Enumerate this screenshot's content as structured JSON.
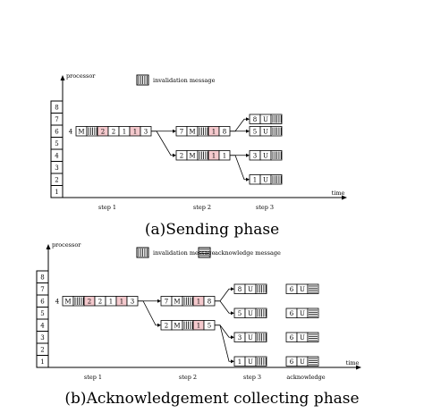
{
  "panel_a": {
    "caption": "(a)Sending phase",
    "y_axis_label": "processor",
    "x_axis_label": "time",
    "legend": [
      {
        "kind": "invalidation",
        "label": "invalidation message"
      }
    ],
    "processors": [
      "8",
      "7",
      "6",
      "5",
      "4",
      "3",
      "2",
      "1"
    ],
    "steps": [
      "step  1",
      "step 2",
      "step 3"
    ],
    "rows": [
      {
        "name": "step1-p6",
        "row": "6",
        "start": 0,
        "lead": "4",
        "cells": [
          {
            "t": "M"
          },
          {
            "k": "v"
          },
          {
            "t": "2",
            "h": 1
          },
          {
            "t": "2"
          },
          {
            "t": "1"
          },
          {
            "t": "1",
            "h": 1
          },
          {
            "t": "3"
          }
        ]
      },
      {
        "name": "step2-p6",
        "row": "6",
        "start": 1,
        "cells": [
          {
            "t": "7"
          },
          {
            "t": "M"
          },
          {
            "k": "v"
          },
          {
            "t": "1",
            "h": 1
          },
          {
            "t": "8"
          }
        ]
      },
      {
        "name": "step2-p4",
        "row": "4",
        "start": 1,
        "cells": [
          {
            "t": "2"
          },
          {
            "t": "M"
          },
          {
            "k": "v"
          },
          {
            "t": "1",
            "h": 1
          },
          {
            "t": "1"
          }
        ]
      },
      {
        "name": "step3-p7",
        "row": "7",
        "start": 2,
        "cells": [
          {
            "t": "8"
          },
          {
            "t": "U"
          },
          {
            "k": "v"
          }
        ]
      },
      {
        "name": "step3-p6",
        "row": "6",
        "start": 2,
        "cells": [
          {
            "t": "5"
          },
          {
            "t": "U"
          },
          {
            "k": "v"
          }
        ]
      },
      {
        "name": "step3-p4",
        "row": "4",
        "start": 2,
        "cells": [
          {
            "t": "3"
          },
          {
            "t": "U"
          },
          {
            "k": "v"
          }
        ]
      },
      {
        "name": "step3-p2",
        "row": "2",
        "start": 2,
        "cells": [
          {
            "t": "1"
          },
          {
            "t": "U"
          },
          {
            "k": "v"
          }
        ]
      }
    ]
  },
  "panel_b": {
    "caption": "(b)Acknowledgement collecting phase",
    "y_axis_label": "processor",
    "x_axis_label": "time",
    "legend": [
      {
        "kind": "invalidation",
        "label": "invalidation message"
      },
      {
        "kind": "acknowledge",
        "label": "acknowledge message"
      }
    ],
    "processors": [
      "8",
      "7",
      "6",
      "5",
      "4",
      "3",
      "2",
      "1"
    ],
    "steps": [
      "step  1",
      "step 2",
      "step 3",
      "acknowledge"
    ],
    "rows": [
      {
        "name": "step1-p6",
        "row": "6",
        "start": 0,
        "lead": "4",
        "cells": [
          {
            "t": "M"
          },
          {
            "k": "v"
          },
          {
            "t": "2",
            "h": 1
          },
          {
            "t": "2"
          },
          {
            "t": "1"
          },
          {
            "t": "1",
            "h": 1
          },
          {
            "t": "3"
          }
        ]
      },
      {
        "name": "step2-p6",
        "row": "6",
        "start": 1,
        "cells": [
          {
            "t": "7"
          },
          {
            "t": "M"
          },
          {
            "k": "v"
          },
          {
            "t": "1",
            "h": 1
          },
          {
            "t": "8"
          }
        ]
      },
      {
        "name": "step2-p4",
        "row": "4",
        "start": 1,
        "cells": [
          {
            "t": "2"
          },
          {
            "t": "M"
          },
          {
            "k": "v"
          },
          {
            "t": "1",
            "h": 1
          },
          {
            "t": "5"
          }
        ]
      },
      {
        "name": "step3-p7",
        "row": "7",
        "start": 2,
        "cells": [
          {
            "t": "8"
          },
          {
            "t": "U"
          },
          {
            "k": "v"
          }
        ]
      },
      {
        "name": "step3-p5",
        "row": "5",
        "start": 2,
        "cells": [
          {
            "t": "5"
          },
          {
            "t": "U"
          },
          {
            "k": "v"
          }
        ]
      },
      {
        "name": "step3-p3",
        "row": "3",
        "start": 2,
        "cells": [
          {
            "t": "3"
          },
          {
            "t": "U"
          },
          {
            "k": "v"
          }
        ]
      },
      {
        "name": "step3-p1",
        "row": "1",
        "start": 2,
        "cells": [
          {
            "t": "1"
          },
          {
            "t": "U"
          },
          {
            "k": "v"
          }
        ]
      },
      {
        "name": "ack-p7",
        "row": "7",
        "start": 3,
        "cells": [
          {
            "t": "6"
          },
          {
            "t": "U"
          },
          {
            "k": "a"
          }
        ]
      },
      {
        "name": "ack-p5",
        "row": "5",
        "start": 3,
        "cells": [
          {
            "t": "6"
          },
          {
            "t": "U"
          },
          {
            "k": "a"
          }
        ]
      },
      {
        "name": "ack-p3",
        "row": "3",
        "start": 3,
        "cells": [
          {
            "t": "6"
          },
          {
            "t": "U"
          },
          {
            "k": "a"
          }
        ]
      },
      {
        "name": "ack-p1",
        "row": "1",
        "start": 3,
        "cells": [
          {
            "t": "6"
          },
          {
            "t": "U"
          },
          {
            "k": "a"
          }
        ]
      }
    ]
  },
  "colors": {
    "highlight": "#f4c9cd",
    "line": "#000000",
    "background": "#ffffff"
  }
}
